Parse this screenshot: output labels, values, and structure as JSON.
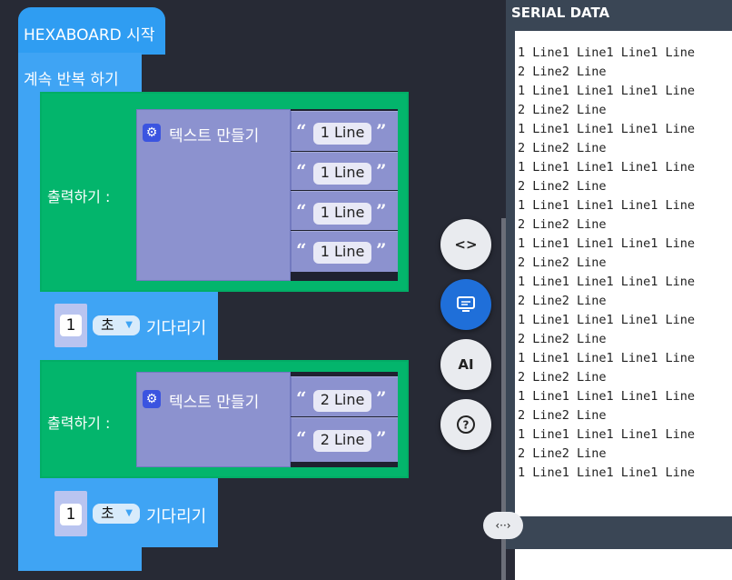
{
  "blocks": {
    "start_label": "HEXABOARD 시작",
    "loop_label": "계속 반복 하기",
    "print1": {
      "label": "출력하기 :",
      "make_text_label": "텍스트 만들기",
      "items": [
        "1 Line",
        "1 Line",
        "1 Line",
        "1 Line"
      ]
    },
    "wait1": {
      "value": "1",
      "unit": "초",
      "label": "기다리기"
    },
    "print2": {
      "label": "출력하기 :",
      "make_text_label": "텍스트 만들기",
      "items": [
        "2 Line",
        "2 Line"
      ]
    },
    "wait2": {
      "value": "1",
      "unit": "초",
      "label": "기다리기"
    }
  },
  "toolbar": {
    "code_icon": "<>",
    "serial_icon": "monitor-icon",
    "ai_label": "AI",
    "help_icon": "?"
  },
  "serial": {
    "title": "SERIAL DATA",
    "lines": [
      "1 Line1 Line1 Line1 Line",
      "2 Line2 Line",
      "1 Line1 Line1 Line1 Line",
      "2 Line2 Line",
      "1 Line1 Line1 Line1 Line",
      "2 Line2 Line",
      "1 Line1 Line1 Line1 Line",
      "2 Line2 Line",
      "1 Line1 Line1 Line1 Line",
      "2 Line2 Line",
      "1 Line1 Line1 Line1 Line",
      "2 Line2 Line",
      "1 Line1 Line1 Line1 Line",
      "2 Line2 Line",
      "1 Line1 Line1 Line1 Line",
      "2 Line2 Line",
      "1 Line1 Line1 Line1 Line",
      "2 Line2 Line",
      "1 Line1 Line1 Line1 Line",
      "2 Line2 Line",
      "1 Line1 Line1 Line1 Line",
      "2 Line2 Line",
      "1 Line1 Line1 Line1 Line"
    ],
    "resize_icon": "‹··›"
  },
  "colors": {
    "workspace": "#272a35",
    "loop_block": "#3fa4f4",
    "print_block": "#03b56c",
    "text_block": "#8c92cf",
    "active_button": "#1f6fd9"
  }
}
